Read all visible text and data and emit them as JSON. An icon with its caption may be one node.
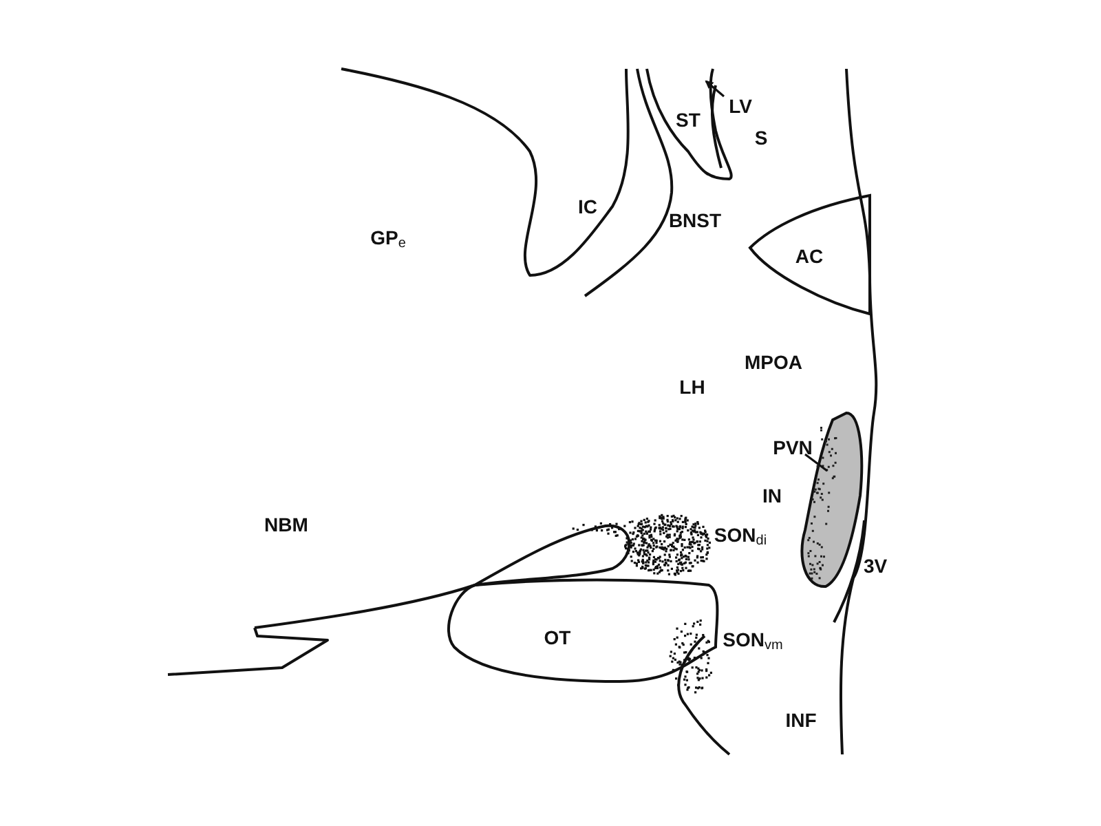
{
  "diagram": {
    "nodes": [
      {
        "text": [
          "AC"
        ]
      },
      {
        "text": [
          "OT"
        ]
      },
      {
        "text": [
          "PVN"
        ]
      },
      {
        "text": [],
        "shape": "picture"
      },
      {
        "text": [
          "LV"
        ]
      }
    ],
    "edges": [
      {
        "from": 2,
        "to": 3,
        "arrow": "none"
      },
      {
        "from": 4,
        "to": null,
        "arrow": "to"
      }
    ],
    "labels": [
      "ST",
      "S",
      "IC",
      "BNST",
      "GP$_{e}$",
      "MPOA",
      "LH",
      "IN",
      "NBM",
      "SON$_{di}$",
      "3V",
      "SON$_{vm}$",
      "INF"
    ]
  }
}
